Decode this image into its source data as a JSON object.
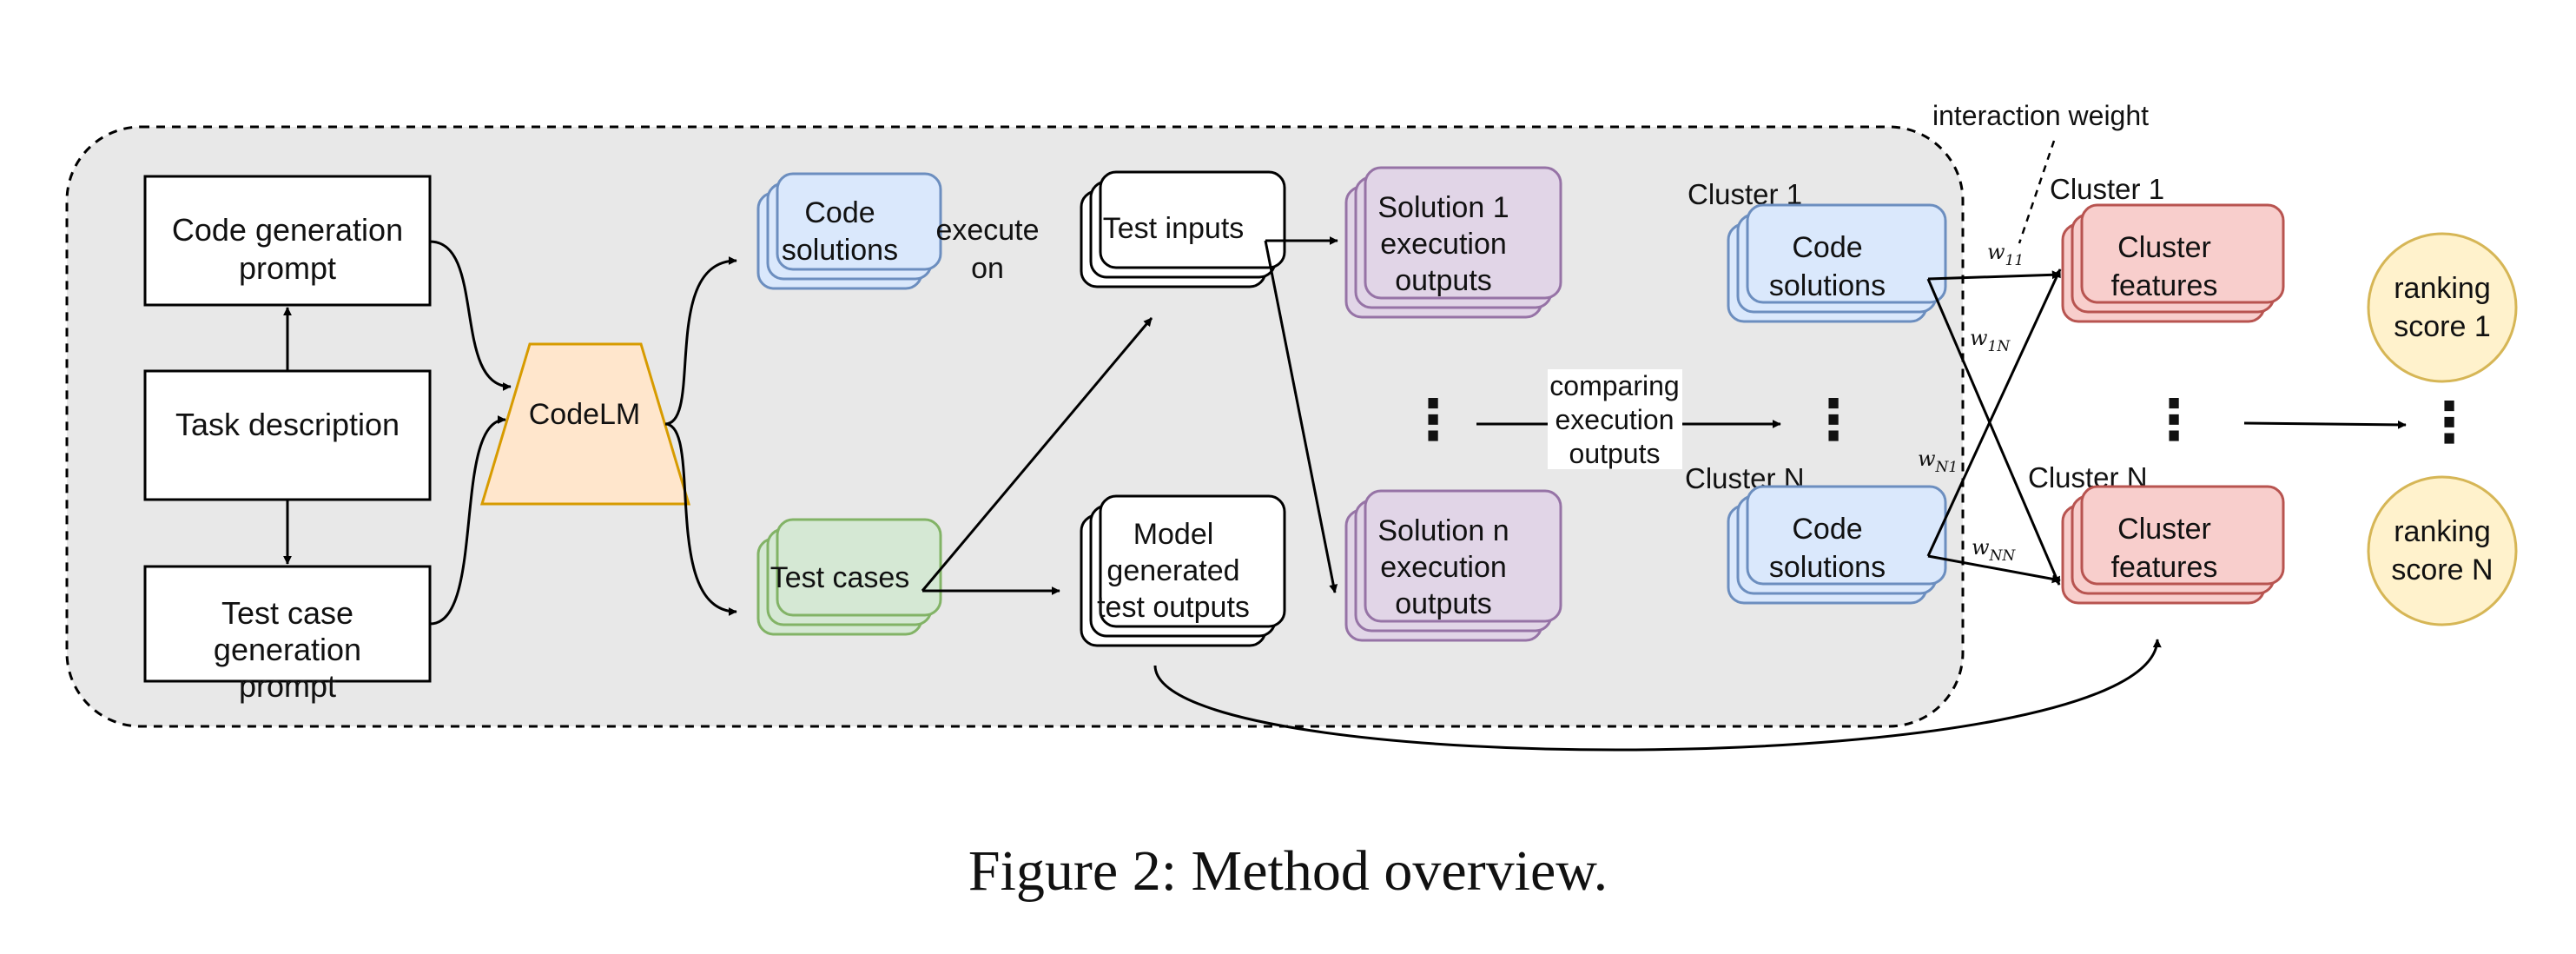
{
  "nodes": {
    "code_gen_prompt": [
      "Code generation",
      "prompt"
    ],
    "task_description": [
      "Task description"
    ],
    "test_case_gen_prompt": [
      "Test case",
      "generation",
      "prompt"
    ],
    "codelm": [
      "CodeLM"
    ],
    "code_solutions": [
      "Code",
      "solutions"
    ],
    "execute_on": [
      "execute",
      "on"
    ],
    "test_cases": [
      "Test cases"
    ],
    "test_inputs": [
      "Test inputs"
    ],
    "model_test_outputs": [
      "Model",
      "generated",
      "test outputs"
    ],
    "solution1_outputs": [
      "Solution 1",
      "execution",
      "outputs"
    ],
    "solutionn_outputs": [
      "Solution n",
      "execution",
      "outputs"
    ],
    "comparing": [
      "comparing",
      "execution",
      "outputs"
    ],
    "cluster1_label": "Cluster 1",
    "clusterN_label": "Cluster N",
    "cluster1_solutions": [
      "Code",
      "solutions"
    ],
    "clusterN_solutions": [
      "Code",
      "solutions"
    ],
    "feat_cluster1_label": "Cluster 1",
    "feat_clusterN_label": "Cluster N",
    "cluster1_features": [
      "Cluster",
      "features"
    ],
    "clusterN_features": [
      "Cluster",
      "features"
    ],
    "ranking1": [
      "ranking",
      "score 1"
    ],
    "rankingN": [
      "ranking",
      "score N"
    ],
    "interaction_weight": "interaction weight",
    "ellipsis": "⋮"
  },
  "weights": {
    "w11": {
      "base": "w",
      "sub": "11"
    },
    "w1N": {
      "base": "w",
      "sub": "1N"
    },
    "wN1": {
      "base": "w",
      "sub": "N1"
    },
    "wNN": {
      "base": "w",
      "sub": "NN"
    }
  },
  "caption": "Figure 2: Method overview.",
  "colors": {
    "region_fill": "#e8e8e8",
    "blue_fill": "#dae8fc",
    "blue_stroke": "#6c8ebf",
    "green_fill": "#d5e8d4",
    "green_stroke": "#82b366",
    "purple_fill": "#e1d5e7",
    "purple_stroke": "#9673a6",
    "red_fill": "#f8cecc",
    "red_stroke": "#b85450",
    "orange_fill": "#ffe6cc",
    "orange_stroke": "#d79b00",
    "yellow_fill": "#fff2cc",
    "yellow_stroke": "#d6b656"
  }
}
